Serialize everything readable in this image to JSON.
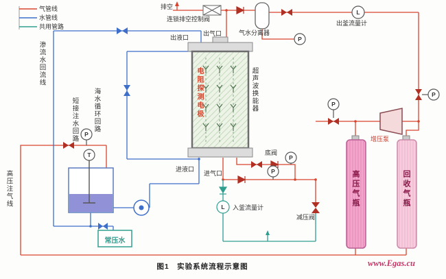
{
  "legend": {
    "items": [
      {
        "label": "气管线",
        "color": "#d9442c"
      },
      {
        "label": "水管线",
        "color": "#3d6ec9"
      },
      {
        "label": "共用管路",
        "color": "#2f9e8f"
      }
    ]
  },
  "labels": {
    "vent": "排空",
    "interlock_valve": "连锁排空控制阀",
    "separator": "气水分离器",
    "out_flowmeter": "出釜流量计",
    "liquid_outlet": "出液口",
    "gas_outlet": "出气口",
    "seepage_line": "渗流水回流线",
    "short_loop": "短接注水回路",
    "seawater_loop": "海水循环回路",
    "electrode": "电阻探测电极",
    "ultrasonic": "超声波换能器",
    "bottom_valve": "底阀",
    "liquid_inlet": "进液口",
    "gas_inlet": "进气口",
    "in_flowmeter": "入釜流量计",
    "booster_pump": "增压泵",
    "reducer_valve": "减压阀",
    "hp_cylinder": "高压气瓶",
    "recovery_cylinder": "回收气瓶",
    "hp_injection": "高压注气线",
    "ambient_water": "常压水"
  },
  "instruments": {
    "pressure": "P",
    "temperature": "T",
    "flow": "L"
  },
  "caption": "图1　实验系统流程示意图",
  "watermark": "www.Egas.cu",
  "colors": {
    "gas_line": "#d9442c",
    "water_line": "#3d6ec9",
    "shared_line": "#2f9e8f",
    "hp_cylinder_fill": "#f2a6cb",
    "recovery_cylinder_fill": "#f7cddd",
    "tank_water_fill": "#9191d8",
    "reactor_fill": "#eef3e8",
    "electrode_text": "#d9442c",
    "watermark_color": "#cc3366"
  }
}
